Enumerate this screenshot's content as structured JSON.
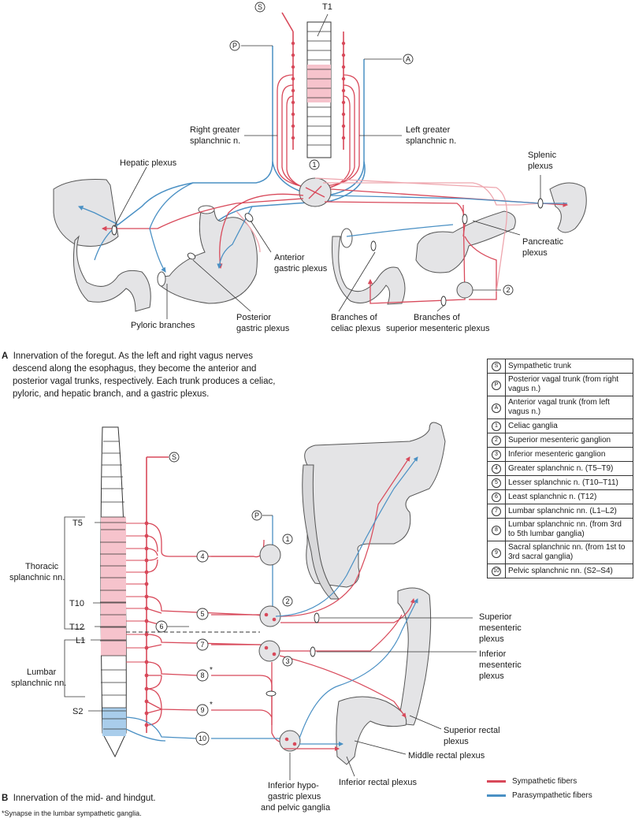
{
  "panel_a": {
    "labels": {
      "sympathetic_trunk_key": "S",
      "t1": "T1",
      "posterior_key": "P",
      "anterior_key": "A",
      "right_greater_1": "Right greater",
      "right_greater_2": "splanchnic n.",
      "left_greater_1": "Left greater",
      "left_greater_2": "splanchnic n.",
      "hepatic_plexus": "Hepatic plexus",
      "celiac_num": "1",
      "splenic_1": "Splenic",
      "splenic_2": "plexus",
      "anterior_gastric_1": "Anterior",
      "anterior_gastric_2": "gastric plexus",
      "pancreatic_1": "Pancreatic",
      "pancreatic_2": "plexus",
      "sup_mes_num": "2",
      "pyloric": "Pyloric branches",
      "posterior_gastric_1": "Posterior",
      "posterior_gastric_2": "gastric plexus",
      "celiac_branches_1": "Branches of",
      "celiac_branches_2": "celiac plexus",
      "sup_mes_branches_1": "Branches of",
      "sup_mes_branches_2": "superior mesenteric plexus"
    },
    "caption_letter": "A",
    "caption_lines": [
      "Innervation of the foregut. As the left and right vagus nerves",
      "descend along the esophagus, they become the anterior and",
      "posterior vagal trunks, respectively. Each trunk produces a celiac,",
      "pyloric, and hepatic branch, and a gastric plexus."
    ]
  },
  "legend": [
    {
      "key": "S",
      "text": "Sympathetic trunk"
    },
    {
      "key": "P",
      "text": "Posterior vagal trunk (from right vagus n.)"
    },
    {
      "key": "A",
      "text": "Anterior vagal trunk (from left vagus n.)"
    },
    {
      "key": "1",
      "text": "Celiac ganglia"
    },
    {
      "key": "2",
      "text": "Superior mesenteric ganglion"
    },
    {
      "key": "3",
      "text": "Inferior mesenteric ganglion"
    },
    {
      "key": "4",
      "text": "Greater splanchnic n. (T5–T9)"
    },
    {
      "key": "5",
      "text": "Lesser splanchnic n. (T10–T11)"
    },
    {
      "key": "6",
      "text": "Least splanchnic n. (T12)"
    },
    {
      "key": "7",
      "text": "Lumbar splanchnic nn. (L1–L2)"
    },
    {
      "key": "8",
      "text": "Lumbar splanchnic nn. (from 3rd to 5th lumbar ganglia)"
    },
    {
      "key": "9",
      "text": "Sacral splanchnic nn. (from 1st to 3rd sacral ganglia)"
    },
    {
      "key": "10",
      "text": "Pelvic splanchnic nn. (S2–S4)"
    }
  ],
  "panel_b": {
    "labels": {
      "s_key": "S",
      "p_key": "P",
      "t5": "T5",
      "thoracic_1": "Thoracic",
      "thoracic_2": "splanchnic nn.",
      "t10": "T10",
      "t12": "T12",
      "l1": "L1",
      "lumbar_1": "Lumbar",
      "lumbar_2": "splanchnic nn.",
      "s2": "S2",
      "n1": "1",
      "n2": "2",
      "n3": "3",
      "n4": "4",
      "n5": "5",
      "n6": "6",
      "n7": "7",
      "n8": "8",
      "n9": "9",
      "n10": "10",
      "star": "*",
      "sup_mes_1": "Superior",
      "sup_mes_2": "mesenteric",
      "sup_mes_3": "plexus",
      "inf_mes_1": "Inferior",
      "inf_mes_2": "mesenteric",
      "inf_mes_3": "plexus",
      "sup_rectal_1": "Superior rectal",
      "sup_rectal_2": "plexus",
      "mid_rectal": "Middle rectal plexus",
      "inf_hypo_1": "Inferior hypo-",
      "inf_hypo_2": "gastric plexus",
      "inf_hypo_3": "and pelvic ganglia",
      "inf_rectal": "Inferior rectal plexus"
    },
    "caption_letter": "B",
    "caption": "Innervation of the mid- and hindgut.",
    "footnote": "*Synapse in the lumbar sympathetic ganglia."
  },
  "fiber_legend": [
    {
      "label": "Sympathetic fibers",
      "color": "#d8495a"
    },
    {
      "label": "Parasympathetic fibers",
      "color": "#4a90c4"
    }
  ],
  "colors": {
    "sympathetic": "#d8495a",
    "parasympathetic": "#4a90c4",
    "sympathetic_light": "#eea6ae",
    "organ_fill": "#e4e4e6",
    "spine_pink": "#f6c3cc",
    "spine_blue": "#a9cdeb"
  }
}
